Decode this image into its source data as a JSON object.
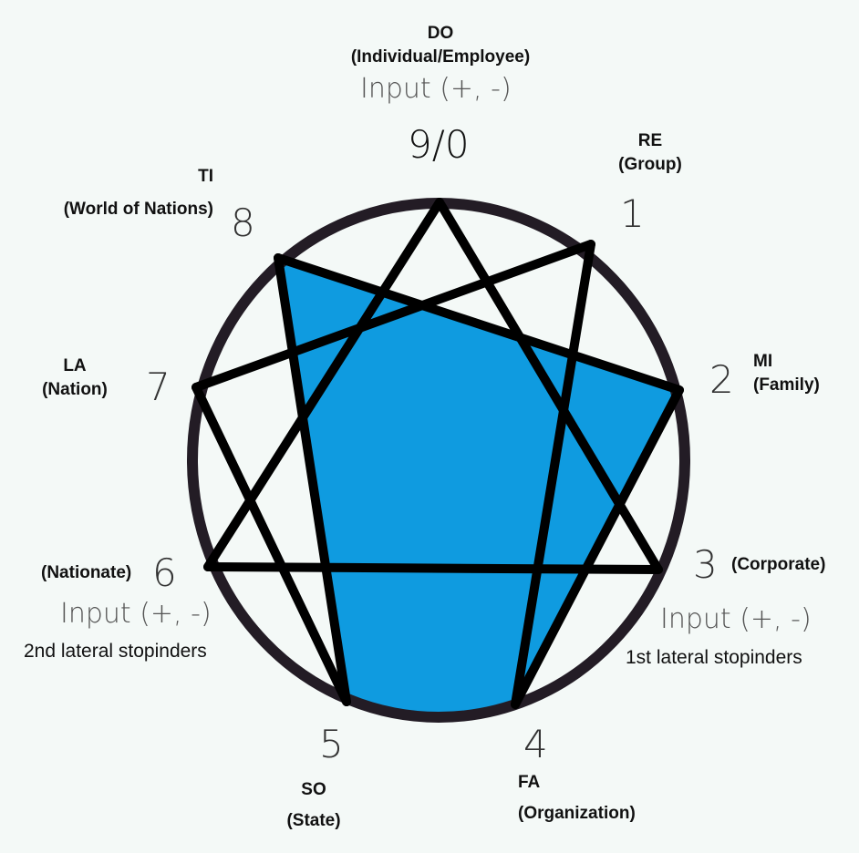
{
  "points": {
    "p9": {
      "num": "9/0",
      "code": "DO",
      "name": "(Individual/Employee)",
      "input": "Input (+, -)"
    },
    "p1": {
      "num": "1",
      "code": "RE",
      "name": "(Group)"
    },
    "p2": {
      "num": "2",
      "code": "MI",
      "name": "(Family)"
    },
    "p3": {
      "num": "3",
      "name": "(Corporate)",
      "input": "Input (+, -)",
      "note": "1st lateral stopinders"
    },
    "p4": {
      "num": "4",
      "code": "FA",
      "name": "(Organization)"
    },
    "p5": {
      "num": "5",
      "code": "SO",
      "name": "(State)"
    },
    "p6": {
      "num": "6",
      "name": "(Nationate)",
      "input": "Input (+, -)",
      "note": "2nd lateral stopinders"
    },
    "p7": {
      "num": "7",
      "code": "LA",
      "name": "(Nation)"
    },
    "p8": {
      "num": "8",
      "code": "TI",
      "name": "(World of Nations)"
    }
  },
  "colors": {
    "fill": "#0f9be0",
    "line": "#000000",
    "circle": "#231c25"
  }
}
